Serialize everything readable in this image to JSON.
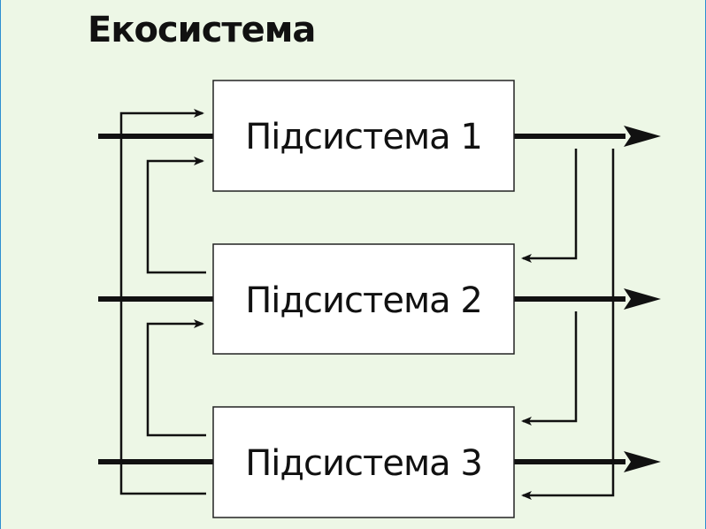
{
  "title": "Екосистема",
  "subsystems": [
    {
      "label": "Підсистема 1"
    },
    {
      "label": "Підсистема 2"
    },
    {
      "label": "Підсистема 3"
    }
  ],
  "colors": {
    "background": "#edf7e6",
    "border": "#2d8fd1",
    "line": "#111111",
    "box_fill": "#ffffff"
  }
}
